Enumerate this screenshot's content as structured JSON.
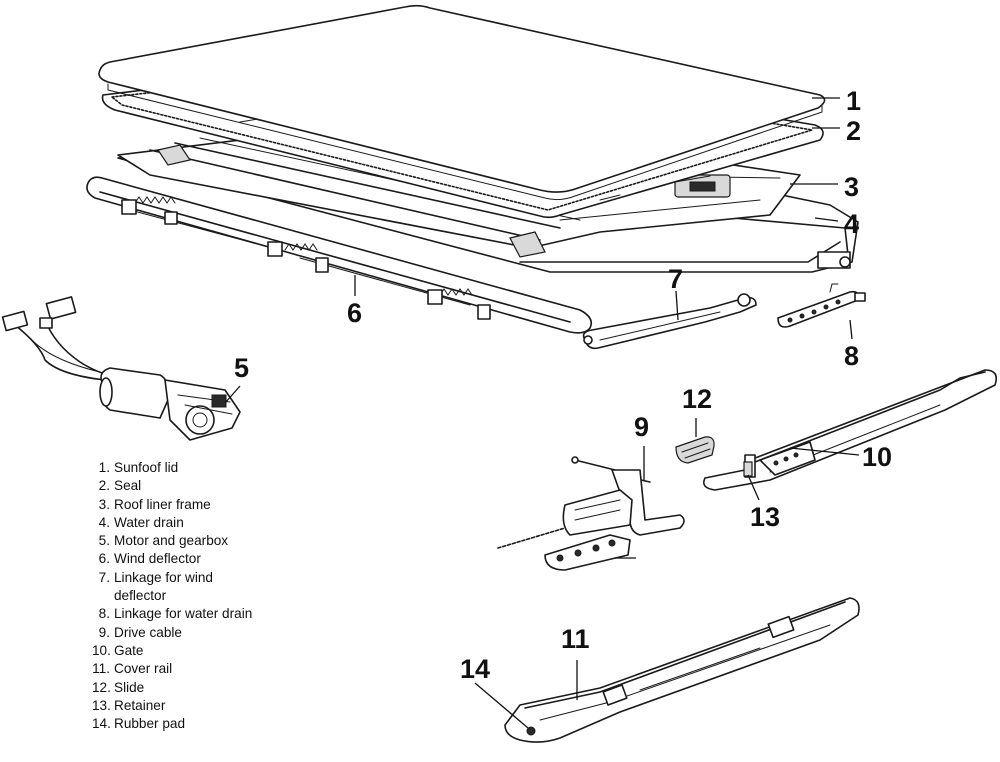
{
  "callouts": [
    "1",
    "2",
    "3",
    "4",
    "5",
    "6",
    "7",
    "8",
    "9",
    "10",
    "11",
    "12",
    "13",
    "14"
  ],
  "legend": [
    {
      "num": "1.",
      "text": "Sunfoof lid"
    },
    {
      "num": "2.",
      "text": "Seal"
    },
    {
      "num": "3.",
      "text": "Roof liner frame"
    },
    {
      "num": "4.",
      "text": "Water drain"
    },
    {
      "num": "5.",
      "text": "Motor and gearbox"
    },
    {
      "num": "6.",
      "text": "Wind deflector"
    },
    {
      "num": "7.",
      "text": "Linkage for wind deflector"
    },
    {
      "num": "8.",
      "text": "Linkage for water drain"
    },
    {
      "num": "9.",
      "text": "Drive cable"
    },
    {
      "num": "10.",
      "text": "Gate"
    },
    {
      "num": "11.",
      "text": "Cover rail"
    },
    {
      "num": "12.",
      "text": "Slide"
    },
    {
      "num": "13.",
      "text": "Retainer"
    },
    {
      "num": "14.",
      "text": "Rubber pad"
    }
  ]
}
